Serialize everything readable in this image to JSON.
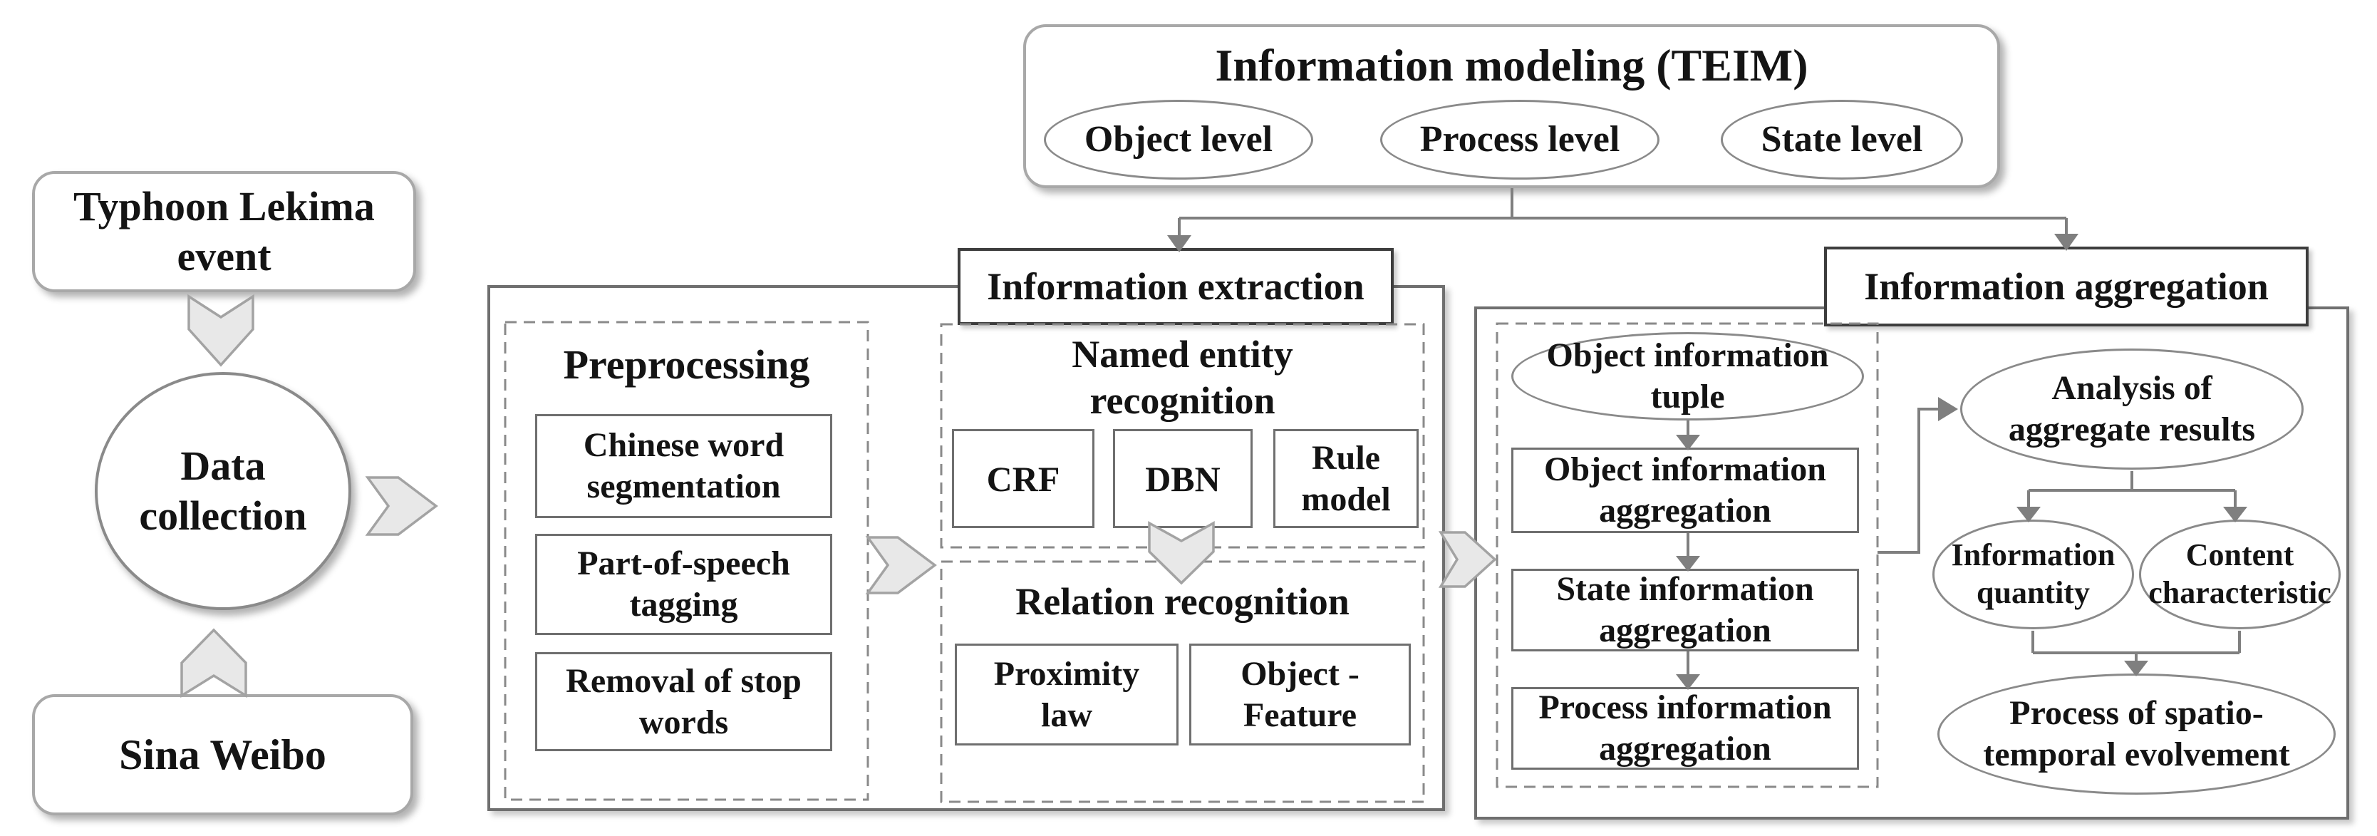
{
  "colors": {
    "line": "#7f7f7f",
    "block_arrow_fill": "#e8e8e8",
    "block_arrow_border": "#a3a3a3",
    "box_border": "#6f6f6f",
    "dashed_border": "#8a8a8a",
    "label_border": "#3d3d3d",
    "text": "#141414"
  },
  "left_column": {
    "typhoon_event": "Typhoon Lekima\nevent",
    "data_collection": "Data\ncollection",
    "sina_weibo": "Sina Weibo"
  },
  "information_modeling": {
    "title": "Information modeling (TEIM)",
    "levels": [
      "Object level",
      "Process level",
      "State level"
    ]
  },
  "information_extraction": {
    "label": "Information extraction",
    "preprocessing": {
      "title": "Preprocessing",
      "steps": [
        "Chinese word\nsegmentation",
        "Part-of-speech\ntagging",
        "Removal of stop\nwords"
      ]
    },
    "named_entity_recognition": {
      "title": "Named entity\nrecognition",
      "methods": [
        "CRF",
        "DBN",
        "Rule\nmodel"
      ]
    },
    "relation_recognition": {
      "title": "Relation recognition",
      "methods": [
        "Proximity\nlaw",
        "Object -\nFeature"
      ]
    }
  },
  "information_aggregation": {
    "label": "Information aggregation",
    "pipeline": [
      "Object information\ntuple",
      "Object information\naggregation",
      "State information\naggregation",
      "Process information\naggregation"
    ],
    "analysis": {
      "root": "Analysis of\naggregate results",
      "branches": [
        "Information\nquantity",
        "Content\ncharacteristic"
      ],
      "outcome": "Process of spatio-\ntemporal evolvement"
    }
  }
}
